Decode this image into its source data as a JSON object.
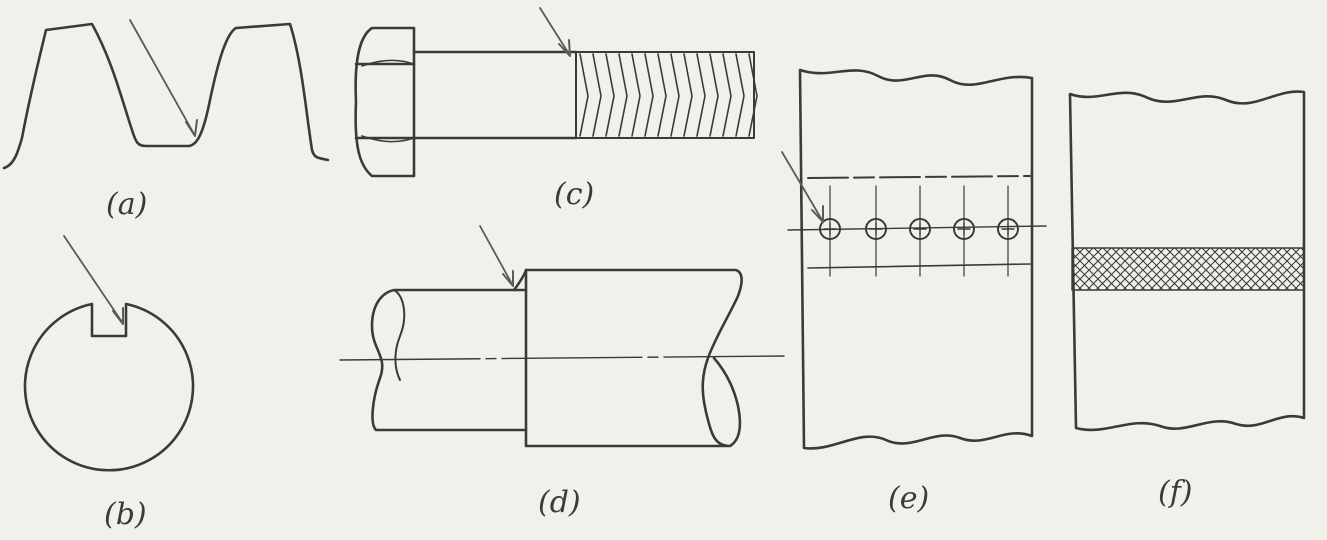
{
  "figure": {
    "labels": {
      "a": "(a)",
      "b": "(b)",
      "c": "(c)",
      "d": "(d)",
      "e": "(e)",
      "f": "(f)"
    },
    "colors": {
      "paper": "#f1f1ec",
      "ink": "#3a3a3a",
      "arrow": "#5a5a5a"
    },
    "panels": [
      {
        "id": "a",
        "subject": "gear-tooth-root"
      },
      {
        "id": "b",
        "subject": "shaft-keyway"
      },
      {
        "id": "c",
        "subject": "bolt-thread"
      },
      {
        "id": "d",
        "subject": "shaft-shoulder"
      },
      {
        "id": "e",
        "subject": "plate-hole-row"
      },
      {
        "id": "f",
        "subject": "knurled-band"
      }
    ]
  }
}
